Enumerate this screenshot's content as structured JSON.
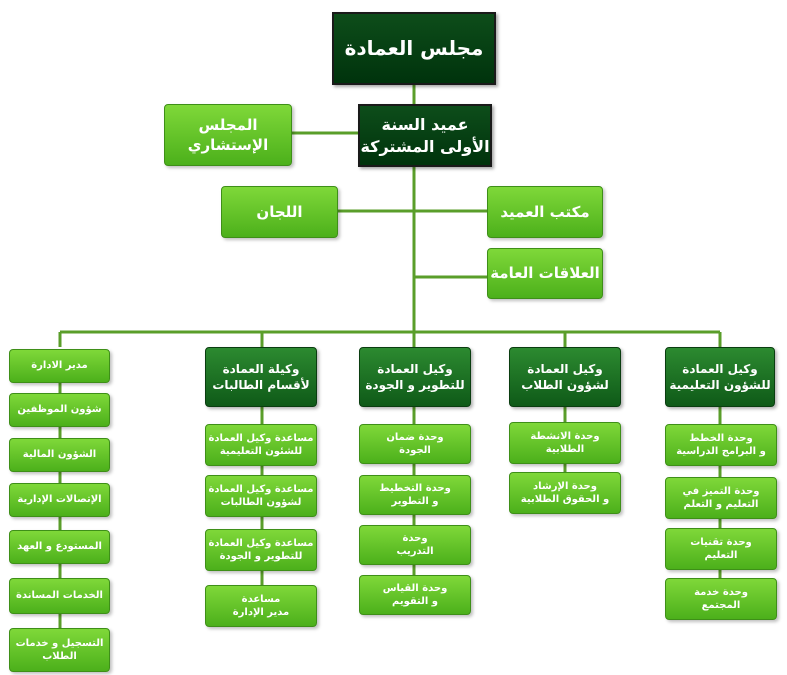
{
  "chart": {
    "council": "مجلس العمادة",
    "dean": "عميد السنة\nالأولى المشتركة",
    "advisory": "المجلس الإستشاري",
    "committees": "اللجان",
    "dean_office": "مكتب العميد",
    "public_relations": "العلاقات العامة",
    "vice_educational": "وكيل العمادة\nللشؤون التعليمية",
    "vice_students": "وكيل العمادة\nلشؤون الطلاب",
    "vice_development": "وكيل العمادة\nللتطوير و الجودة",
    "vice_female": "وكيلة العمادة\nلأقسام الطالبات",
    "edu_units": [
      "وحدة الخطط\nو البرامج الدراسية",
      "وحدة التميز في\nالتعليم و التعلم",
      "وحدة تقنيات\nالتعليم",
      "وحدة خدمة\nالمجتمع"
    ],
    "student_units": [
      "وحدة الانشطة\nالطلابية",
      "وحدة الإرشاد\nو الحقوق الطلابية"
    ],
    "dev_units": [
      "وحدة ضمان\nالجودة",
      "وحدة التخطيط\nو التطوير",
      "وحدة\nالتدريب",
      "وحدة القياس\nو التقويم"
    ],
    "female_units": [
      "مساعدة وكيل العمادة\nللشئون التعليمية",
      "مساعدة وكيل العمادة\nلشؤون الطالبات",
      "مساعدة وكيل العمادة\nللتطوير و الجودة",
      "مساعدة\nمدير الإدارة"
    ],
    "admin_units": [
      "مدير الادارة",
      "شؤون الموظفين",
      "الشؤون المالية",
      "الإتصالات الإدارية",
      "المستودع و العهد",
      "الخدمات المساندة",
      "التسجيل و خدمات\nالطلاب"
    ]
  },
  "colors": {
    "line": "#5a9e2a",
    "dark": "#00330c",
    "mid": "#1b6f22",
    "light": "#5cc023"
  }
}
